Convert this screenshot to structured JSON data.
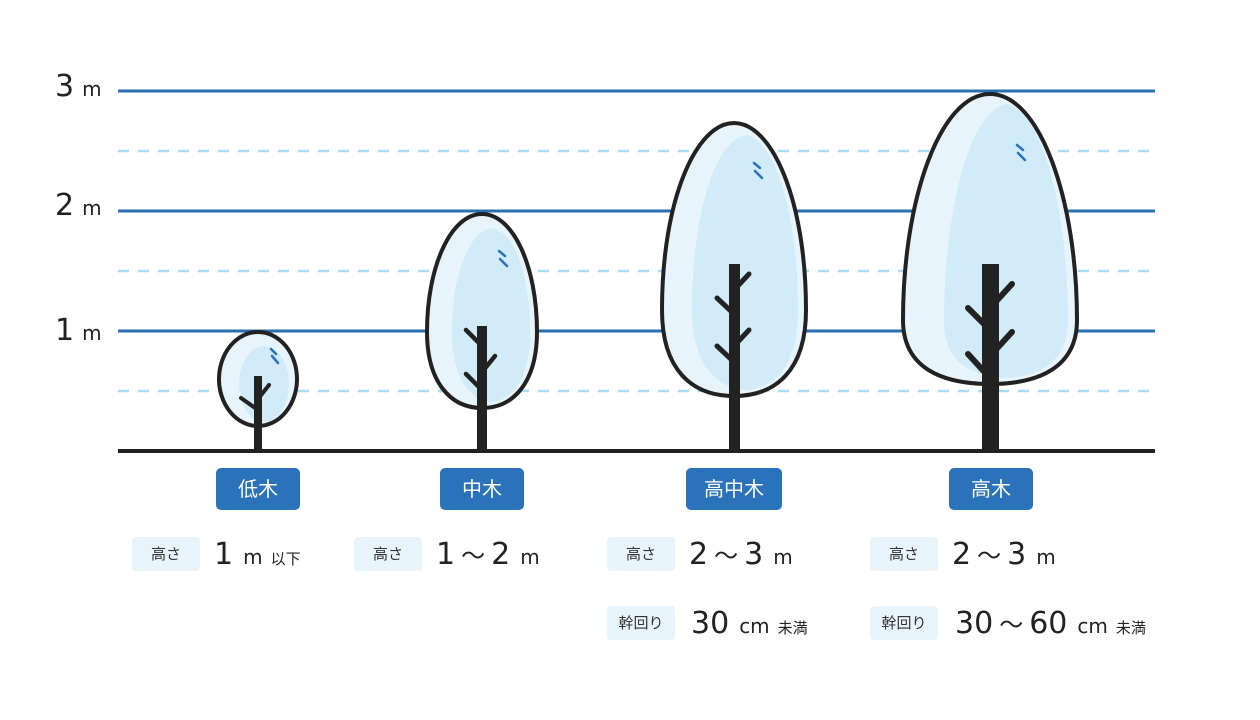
{
  "axis": {
    "labels": [
      {
        "value": "3",
        "unit": "m"
      },
      {
        "value": "2",
        "unit": "m"
      },
      {
        "value": "1",
        "unit": "m"
      }
    ]
  },
  "colors": {
    "grid_solid": "#2a6fb0",
    "grid_dashed": "#a9dcf2",
    "ground": "#222222",
    "crown_fill": "#e8f4fc",
    "crown_inner": "#d2ebf8",
    "outline": "#222222",
    "pill": "#2a73ba",
    "tag": "#e8f4fc"
  },
  "trees": [
    {
      "name": "低木",
      "height": {
        "label": "高さ",
        "from": "1",
        "unit": "m",
        "suffix": "以下"
      }
    },
    {
      "name": "中木",
      "height": {
        "label": "高さ",
        "from": "1",
        "tilde": "～",
        "to": "2",
        "unit": "m"
      }
    },
    {
      "name": "高中木",
      "height": {
        "label": "高さ",
        "from": "2",
        "tilde": "～",
        "to": "3",
        "unit": "m"
      },
      "trunk": {
        "label": "幹回り",
        "from": "30",
        "unit": "cm",
        "suffix": "未満"
      }
    },
    {
      "name": "高木",
      "height": {
        "label": "高さ",
        "from": "2",
        "tilde": "～",
        "to": "3",
        "unit": "m"
      },
      "trunk": {
        "label": "幹回り",
        "from": "30",
        "tilde": "～",
        "to": "60",
        "unit": "cm",
        "suffix": "未満"
      }
    }
  ]
}
